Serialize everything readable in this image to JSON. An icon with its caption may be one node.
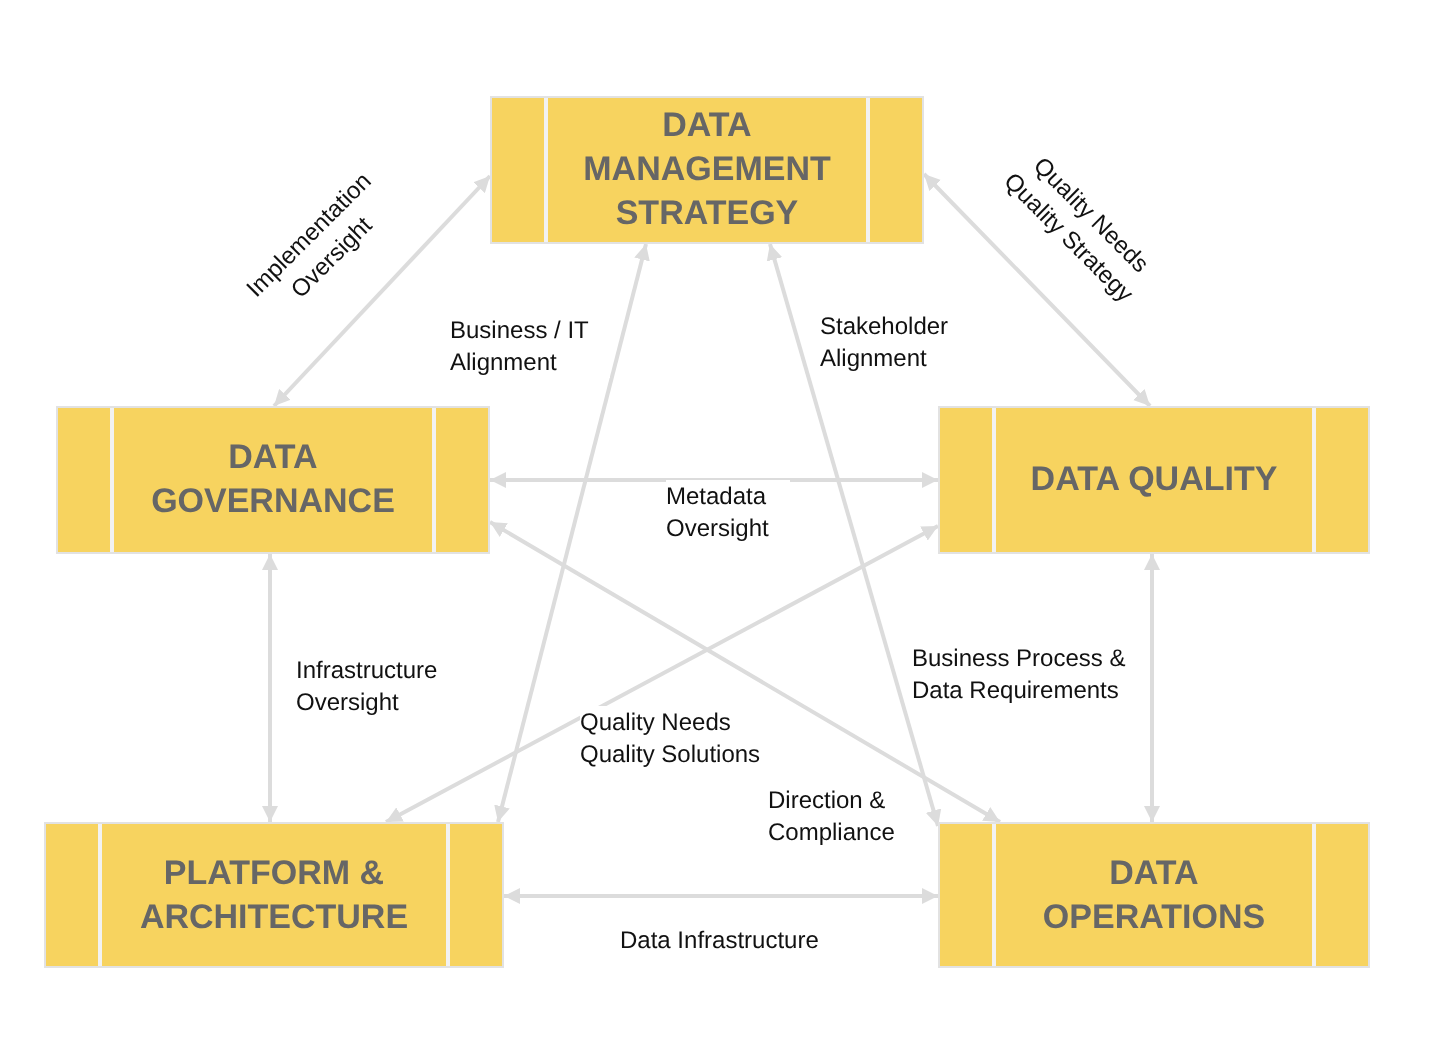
{
  "diagram": {
    "nodes": [
      {
        "text": [
          "DATA MANAGEMENT STRATEGY"
        ]
      },
      {
        "text": [
          "DATA GOVERNANCE"
        ]
      },
      {
        "text": [
          "DATA QUALITY"
        ]
      },
      {
        "text": [
          "PLATFORM & ARCHITECTURE"
        ]
      },
      {
        "text": [
          "DATA OPERATIONS"
        ]
      }
    ],
    "edges": [
      {
        "from": 0,
        "to": 1,
        "arrow": "both",
        "label": "Implementation Oversight"
      },
      {
        "from": 0,
        "to": 2,
        "arrow": "both",
        "label": "Quality Needs Quality Strategy"
      },
      {
        "from": 0,
        "to": 3,
        "arrow": "both",
        "label": "Business / IT Alignment"
      },
      {
        "from": 0,
        "to": 4,
        "arrow": "both",
        "label": "Stakeholder Alignment"
      },
      {
        "from": 1,
        "to": 2,
        "arrow": "both",
        "label": "Metadata Oversight"
      },
      {
        "from": 1,
        "to": 3,
        "arrow": "both",
        "label": "Infrastructure Oversight"
      },
      {
        "from": 1,
        "to": 4,
        "arrow": "both",
        "label": "Direction & Compliance"
      },
      {
        "from": 2,
        "to": 3,
        "arrow": "both",
        "label": "Quality Needs Quality Solutions"
      },
      {
        "from": 2,
        "to": 4,
        "arrow": "both",
        "label": "Business Process & Data Requirements"
      },
      {
        "from": 3,
        "to": 4,
        "arrow": "both",
        "label": "Data Infrastructure"
      }
    ]
  }
}
